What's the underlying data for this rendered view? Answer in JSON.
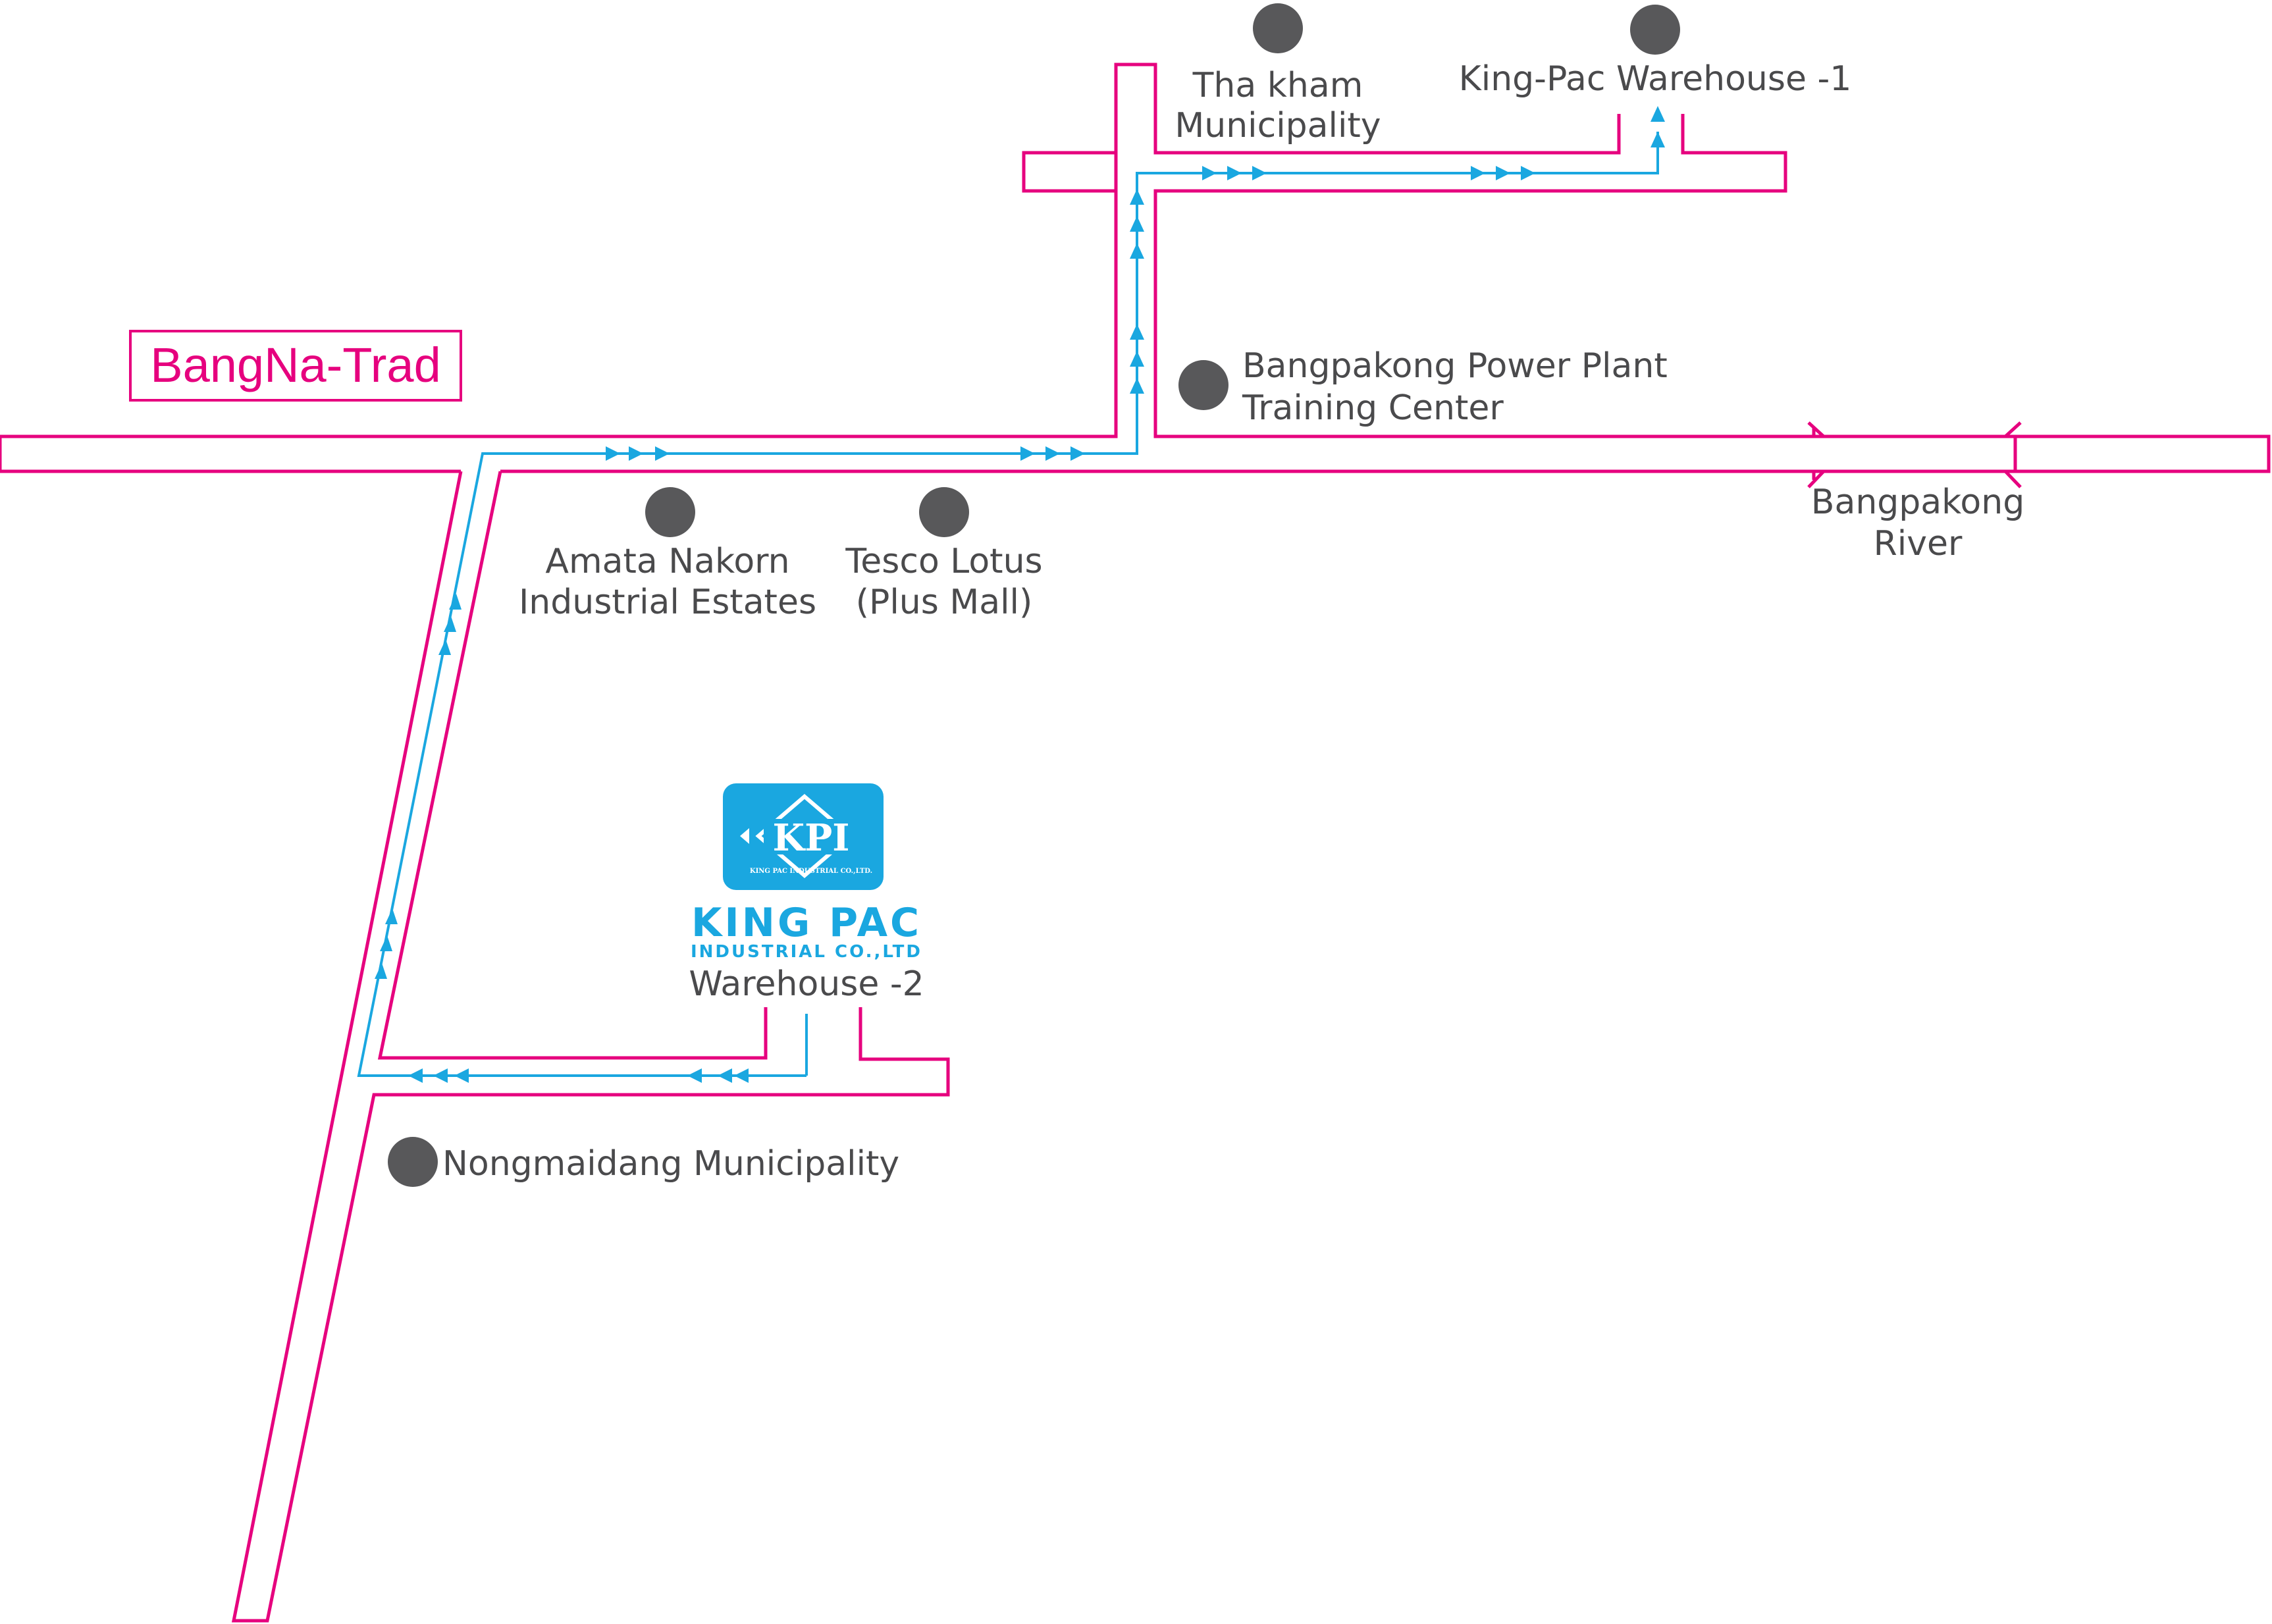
{
  "map": {
    "road_name": "BangNa-Trad",
    "landmarks": {
      "tha_kham": [
        "Tha kham",
        "Municipality"
      ],
      "warehouse_1": "King-Pac Warehouse -1",
      "power_plant": [
        "Bangpakong Power Plant",
        "Training Center"
      ],
      "river": [
        "Bangpakong",
        "River"
      ],
      "amata": [
        "Amata Nakorn",
        "Industrial Estates"
      ],
      "tesco": [
        "Tesco Lotus",
        "(Plus Mall)"
      ],
      "nongmaidang": "Nongmaidang Municipality"
    },
    "warehouse_2": {
      "logo_text": "KPI",
      "logo_subtext": "KING PAC INDUSTRIAL CO.,LTD.",
      "company_name": "KING PAC",
      "company_subname": "INDUSTRIAL CO.,LTD",
      "label": "Warehouse -2"
    },
    "colors": {
      "road": "#e6007e",
      "route": "#1aa7e0",
      "landmark": "#58585a"
    }
  }
}
